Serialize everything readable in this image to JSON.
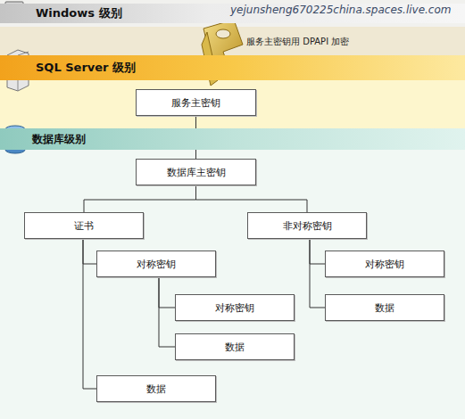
{
  "diagram": {
    "nodes": [
      {
        "text": [
          "Windows 级别"
        ]
      },
      {
        "text": [
          "SQL Server 级别"
        ]
      },
      {
        "text": [
          "服务主密钥"
        ]
      },
      {
        "text": [
          "数据库级别"
        ]
      },
      {
        "text": [
          "数据库主密钥"
        ]
      },
      {
        "text": [
          "证书"
        ]
      },
      {
        "text": [
          "非对称密钥"
        ]
      },
      {
        "text": [
          "对称密钥"
        ]
      },
      {
        "text": [
          "对称密钥"
        ]
      },
      {
        "text": [
          "对称密钥"
        ]
      },
      {
        "text": [
          "数据"
        ]
      },
      {
        "text": [
          "数据"
        ]
      },
      {
        "text": [
          "数据"
        ]
      }
    ],
    "edges": [
      {
        "from": 2,
        "to": 4,
        "arrow": "none"
      },
      {
        "from": 4,
        "to": 5,
        "arrow": "none"
      },
      {
        "from": 4,
        "to": 6,
        "arrow": "none"
      },
      {
        "from": 5,
        "to": 7,
        "arrow": "none"
      },
      {
        "from": 5,
        "to": 12,
        "arrow": "none"
      },
      {
        "from": 7,
        "to": 9,
        "arrow": "none"
      },
      {
        "from": 7,
        "to": 11,
        "arrow": "none"
      },
      {
        "from": 6,
        "to": 8,
        "arrow": "none"
      },
      {
        "from": 6,
        "to": 10,
        "arrow": "none"
      }
    ],
    "labels": [
      "yejunsheng670225china.spaces.live.com",
      "服务主密钥用 DPAPI 加密"
    ]
  }
}
